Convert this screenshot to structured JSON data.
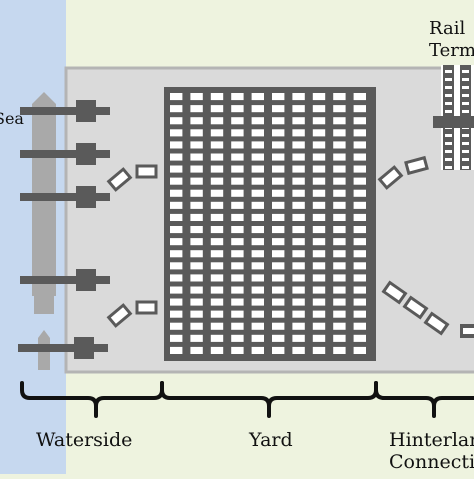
{
  "colors": {
    "background": "#eef3df",
    "sea": "#c6d8ef",
    "terminal_area": "#dadada",
    "terminal_border": "#b4b4b4",
    "dark": "#5a5a5a",
    "ship": "#a9a9a9",
    "white": "#ffffff",
    "text": "#111111"
  },
  "labels": {
    "sea": "Sea",
    "rail_terminal": [
      "Rail",
      "Terminal"
    ],
    "waterside": "Waterside",
    "yard": "Yard",
    "hinterland": [
      "Hinterland",
      "Connection"
    ]
  },
  "yard_grid": {
    "columns": 10,
    "rows": 22
  }
}
